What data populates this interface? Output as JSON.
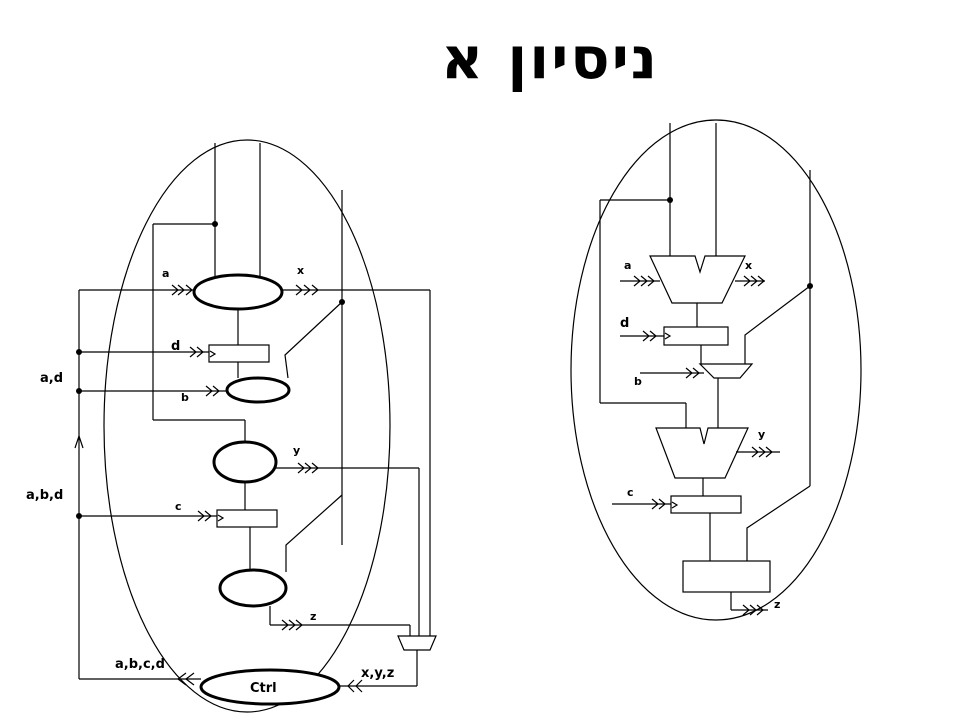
{
  "title": "ניסיון א",
  "left_diagram": {
    "inputs": {
      "a": "a",
      "d": "d",
      "b": "b",
      "c": "c"
    },
    "outputs": {
      "x": "x",
      "y": "y",
      "z": "z"
    },
    "side_labels": {
      "ad": "a,d",
      "abd": "a,b,d"
    },
    "controller": {
      "label": "Ctrl",
      "outputs_label": "a,b,c,d",
      "inputs_label": "x,y,z"
    }
  },
  "right_diagram": {
    "inputs": {
      "a": "a",
      "d": "d",
      "b": "b",
      "c": "c"
    },
    "outputs": {
      "x": "x",
      "y": "y",
      "z": "z"
    }
  }
}
